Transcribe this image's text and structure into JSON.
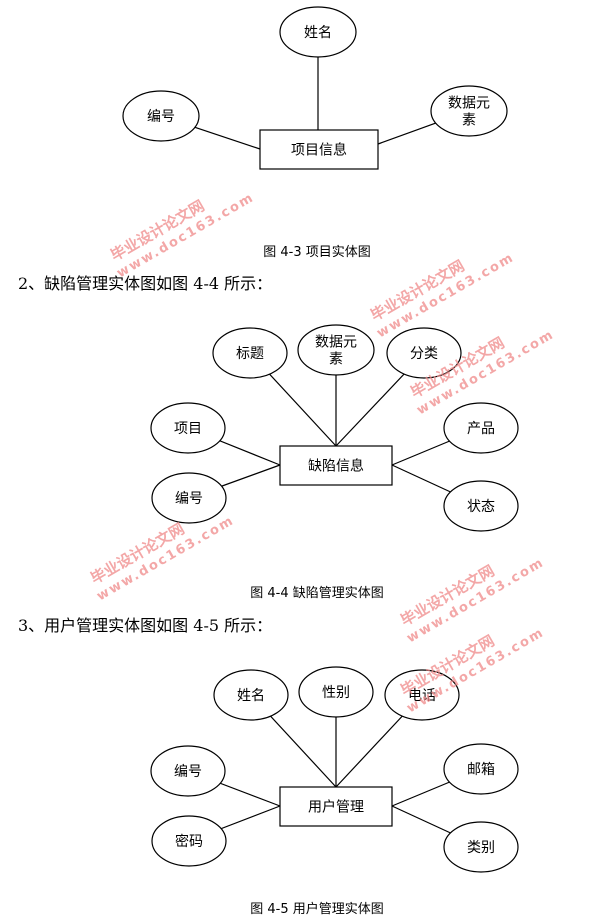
{
  "diagrams": [
    {
      "caption": "图 4-3 项目实体图",
      "entity": "项目信息",
      "attributes": [
        "姓名",
        "编号",
        "数据元\n素"
      ]
    },
    {
      "intro": "2、缺陷管理实体图如图 4-4 所示：",
      "caption": "图 4-4 缺陷管理实体图",
      "entity": "缺陷信息",
      "attributes": [
        "标题",
        "数据元\n素",
        "分类",
        "项目",
        "编号",
        "产品",
        "状态"
      ]
    },
    {
      "intro": "3、用户管理实体图如图 4-5 所示：",
      "caption": "图 4-5 用户管理实体图",
      "entity": "用户管理",
      "attributes": [
        "姓名",
        "性别",
        "电话",
        "编号",
        "密码",
        "邮箱",
        "类别"
      ]
    }
  ],
  "watermark": {
    "line1": "毕业设计论文网",
    "line2": "www.doc163.com",
    "color": "#f08a8a"
  }
}
